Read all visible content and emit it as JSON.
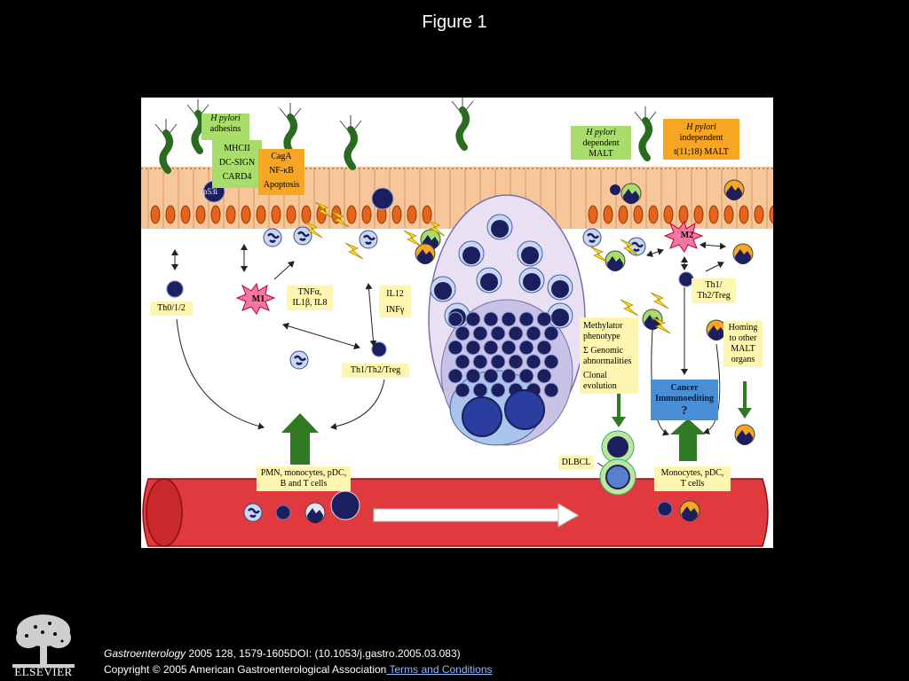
{
  "slide": {
    "title": "Figure 1"
  },
  "figure": {
    "labels": {
      "hp_adhesins_italic": "H pylori",
      "hp_adhesins_rest": "adhesins",
      "mhcii": "MHCII",
      "dcsign": "DC-SIGN",
      "card4": "CARD4",
      "caga": "CagA",
      "nfkb": "NF-κB",
      "apoptosis": "Apoptosis",
      "p53i": "p53i",
      "hp_dep_italic": "H pylori",
      "hp_dep_rest1": "dependent",
      "hp_dep_rest2": "MALT",
      "hp_indep_italic": "H pylori",
      "hp_indep_rest1": "independent",
      "hp_indep_rest2": "t(11;18) MALT",
      "m1": "M1",
      "m2": "M2",
      "th012": "Th0/1/2",
      "tnf_line1": "TNFα,",
      "tnf_line2": "IL1β, IL8",
      "il12": "IL12",
      "infg": "INFγ",
      "th_treg_left": "Th1/Th2/Treg",
      "th_treg_right_1": "Th1/",
      "th_treg_right_2": "Th2/Treg",
      "methylator_1": "Methylator",
      "methylator_2": "phenotype",
      "methylator_3": "Σ Genomic",
      "methylator_4": "abnormalities",
      "methylator_5": "Clonal",
      "methylator_6": "evolution",
      "homing_1": "Homing",
      "homing_2": "to other",
      "homing_3": "MALT",
      "homing_4": "organs",
      "cancer_1": "Cancer",
      "cancer_2": "Immunoediting",
      "cancer_3": "?",
      "dlbcl": "DLBCL",
      "pmn_1": "PMN, monocytes, pDC,",
      "pmn_2": "B and T cells",
      "mono_1": "Monocytes, pDC,",
      "mono_2": "T cells"
    },
    "colors": {
      "epithelium": "#f7c79a",
      "nucleus": "#e8631a",
      "vessel": "#e0393e",
      "cell_dark": "#1c1f5e",
      "label_yellow": "#fdf5b0",
      "label_green": "#a9dd6b",
      "label_orange": "#f6a623",
      "label_blue": "#4a8fd6",
      "arrow_green": "#2f7a23",
      "bolt": "#ffe11a"
    }
  },
  "footer": {
    "journal_name": "Gastroenterology",
    "citation": " 2005 128, 1579-1605DOI: (10.1053/j.gastro.2005.03.083)",
    "copyright": "Copyright © 2005 American Gastroenterological Association",
    "terms_link": " Terms and Conditions",
    "publisher": "ELSEVIER"
  }
}
